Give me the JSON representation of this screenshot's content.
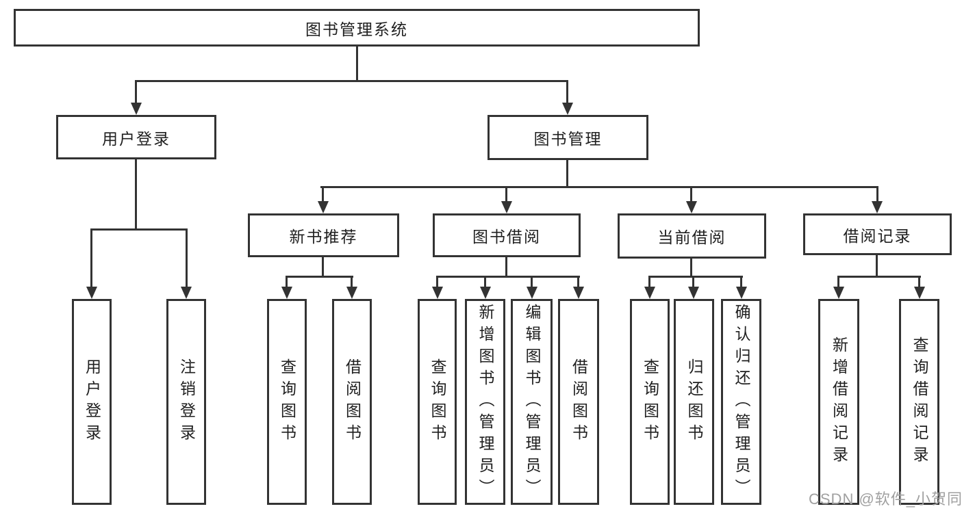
{
  "root": {
    "label": "图书管理系统"
  },
  "branches": [
    {
      "label": "用户登录",
      "children": [
        {
          "label": "用户登录"
        },
        {
          "label": "注销登录"
        }
      ]
    },
    {
      "label": "图书管理",
      "sections": [
        {
          "label": "新书推荐",
          "children": [
            {
              "label": "查询图书"
            },
            {
              "label": "借阅图书"
            }
          ]
        },
        {
          "label": "图书借阅",
          "children": [
            {
              "label": "查询图书"
            },
            {
              "label": "新增图书（管理员）"
            },
            {
              "label": "编辑图书（管理员）"
            },
            {
              "label": "借阅图书"
            }
          ]
        },
        {
          "label": "当前借阅",
          "children": [
            {
              "label": "查询图书"
            },
            {
              "label": "归还图书"
            },
            {
              "label": "确认归还（管理员）"
            }
          ]
        },
        {
          "label": "借阅记录",
          "children": [
            {
              "label": "新增借阅记录"
            },
            {
              "label": "查询借阅记录"
            }
          ]
        }
      ]
    }
  ],
  "watermark": {
    "text": "CSDN @软件_小贺同学"
  },
  "colors": {
    "line": "#333333",
    "text": "#1f1f1f",
    "background": "#ffffff",
    "watermark": "#a0a0a0"
  }
}
